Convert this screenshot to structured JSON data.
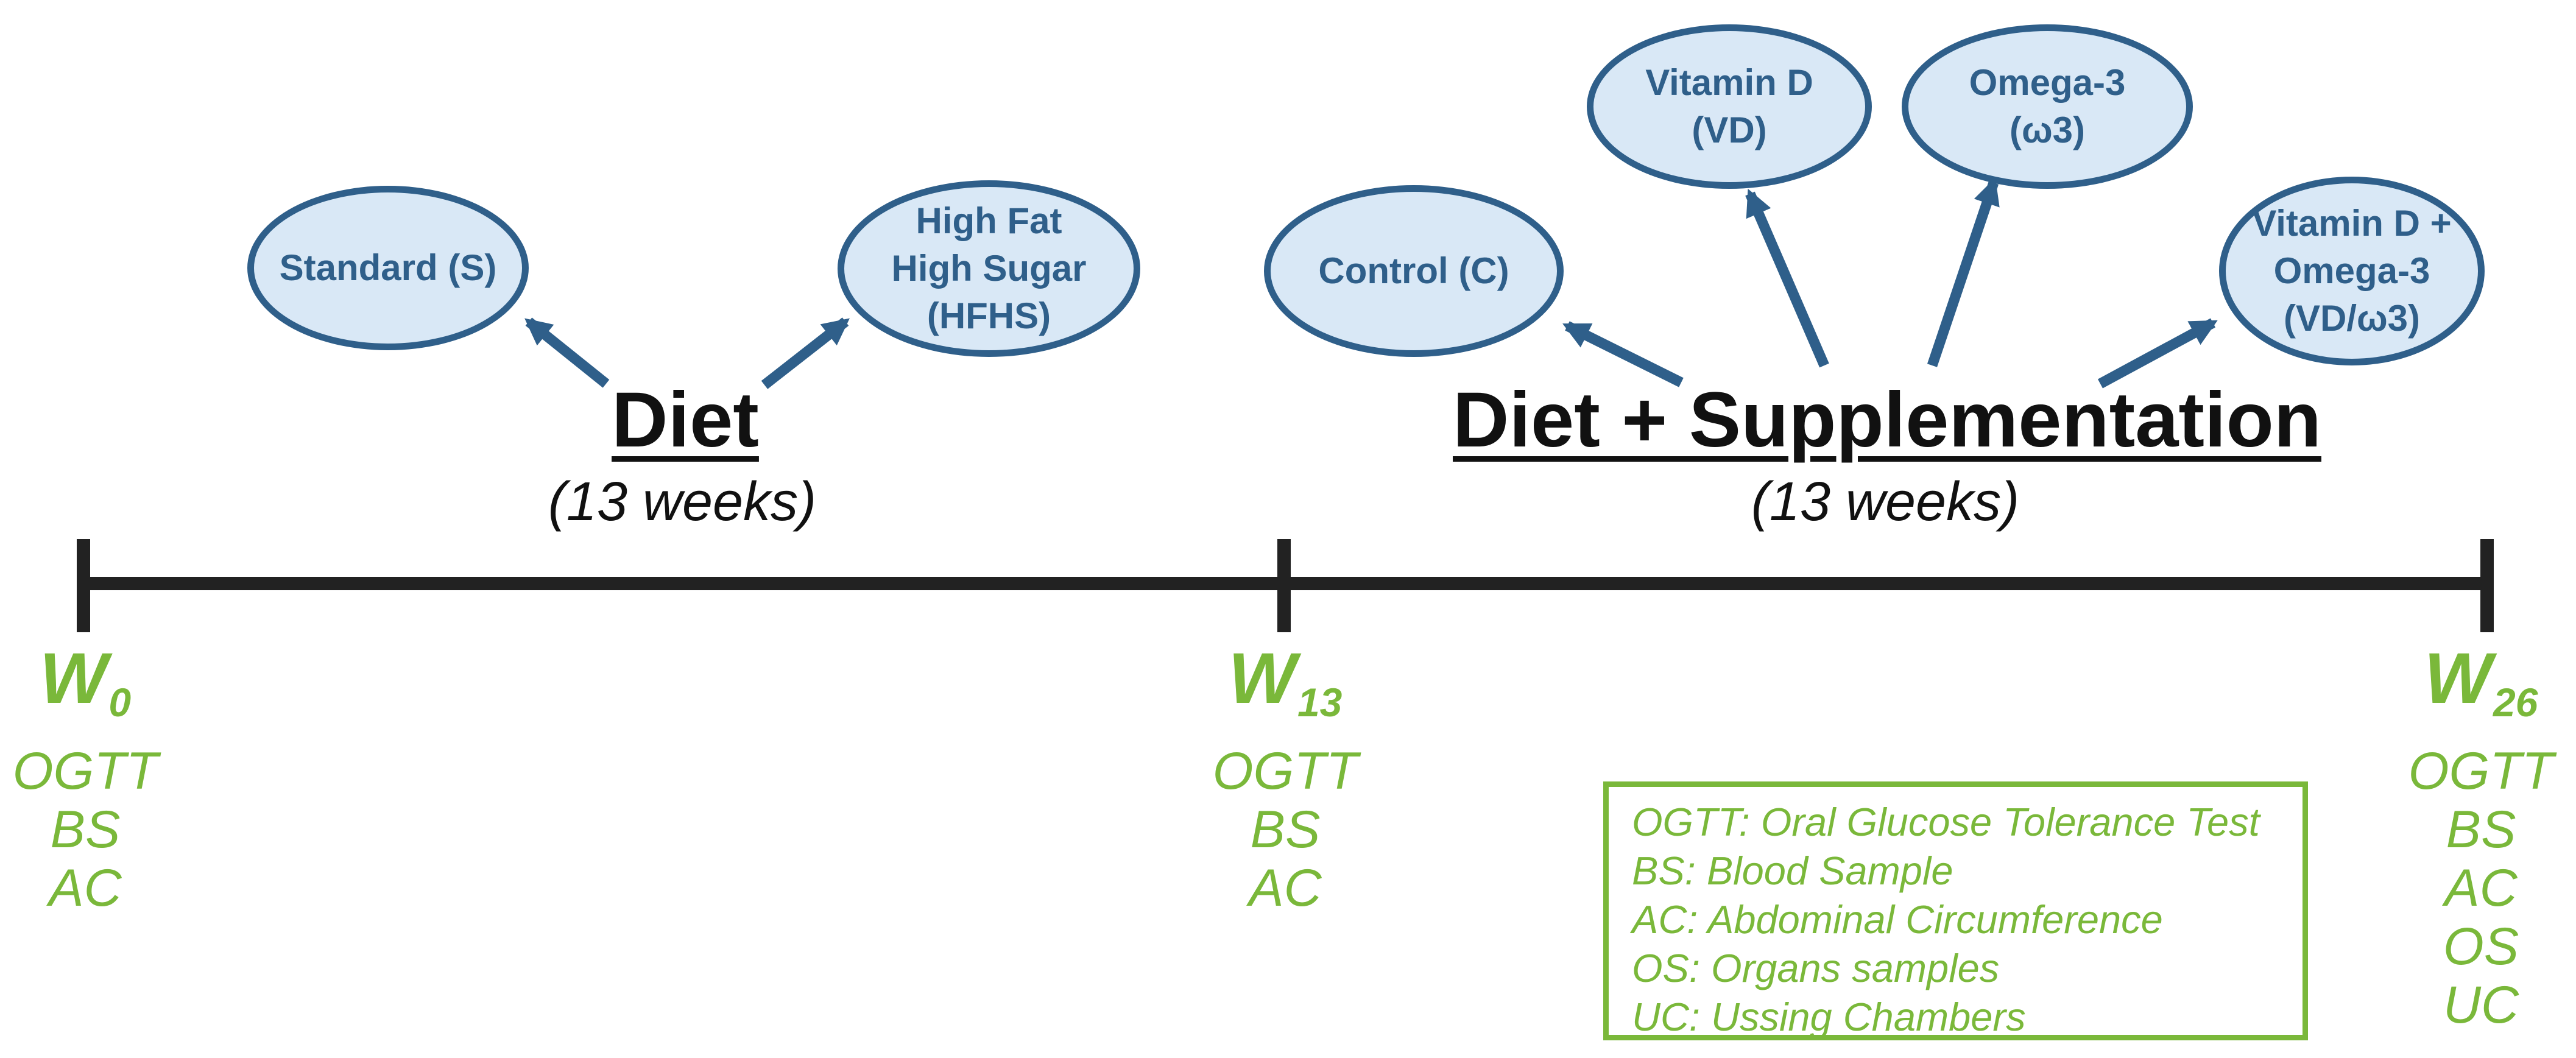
{
  "phases": [
    {
      "title": "Diet",
      "duration": "(13 weeks)"
    },
    {
      "title": "Diet + Supplementation",
      "duration": "(13 weeks)"
    }
  ],
  "diet_groups": [
    {
      "lines": [
        "Standard (S)"
      ]
    },
    {
      "lines": [
        "High  Fat",
        "High  Sugar",
        "(HFHS)"
      ]
    }
  ],
  "supplement_groups": [
    {
      "lines": [
        "Control (C)"
      ]
    },
    {
      "lines": [
        "Vitamin D",
        "(VD)"
      ]
    },
    {
      "lines": [
        "Omega-3",
        "(ω3)"
      ]
    },
    {
      "lines": [
        "Vitamin D +",
        "Omega-3",
        "(VD/ω3)"
      ]
    }
  ],
  "timepoints": [
    {
      "week": "W",
      "sub": "0",
      "measures": [
        "OGTT",
        "BS",
        "AC"
      ]
    },
    {
      "week": "W",
      "sub": "13",
      "measures": [
        "OGTT",
        "BS",
        "AC"
      ]
    },
    {
      "week": "W",
      "sub": "26",
      "measures": [
        "OGTT",
        "BS",
        "AC",
        "OS",
        "UC"
      ]
    }
  ],
  "legend": [
    "OGTT: Oral Glucose Tolerance Test",
    "BS: Blood Sample",
    "AC: Abdominal Circumference",
    "OS: Organs samples",
    "UC: Ussing Chambers"
  ],
  "colors": {
    "ellipse_border": "#2f5f8a",
    "ellipse_fill": "#d9e8f6",
    "accent_green": "#7ab83a",
    "timeline": "#222222"
  }
}
